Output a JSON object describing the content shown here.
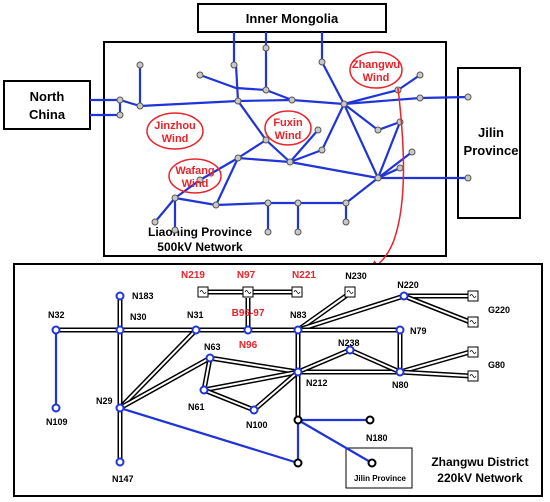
{
  "regions": {
    "inner_mongolia": "Inner Mongolia",
    "north_china_l1": "North",
    "north_china_l2": "China",
    "jilin_l1": "Jilin",
    "jilin_l2": "Province",
    "liaoning_l1": "Liaoning Province",
    "liaoning_l2": "500kV Network",
    "zhangwu_l1": "Zhangwu District",
    "zhangwu_l2": "220kV Network",
    "jilin_small": "Jilin Province"
  },
  "wind_farms": {
    "zhangwu_l1": "Zhangwu",
    "zhangwu_l2": "Wind",
    "jinzhou_l1": "Jinzhou",
    "jinzhou_l2": "Wind",
    "fuxin_l1": "Fuxin",
    "fuxin_l2": "Wind",
    "wafang_l1": "Wafang",
    "wafang_l2": "Wind"
  },
  "nodes": {
    "N219": "N219",
    "N97": "N97",
    "N221": "N221",
    "N230": "N230",
    "N220": "N220",
    "G220": "G220",
    "N183": "N183",
    "N32": "N32",
    "N30": "N30",
    "N31": "N31",
    "B9697": "B96-97",
    "N83": "N83",
    "N79": "N79",
    "N96": "N96",
    "N63": "N63",
    "N238": "N238",
    "G80": "G80",
    "N29": "N29",
    "N212": "N212",
    "N80": "N80",
    "N109": "N109",
    "N61": "N61",
    "N100": "N100",
    "N180": "N180",
    "N147": "N147"
  },
  "colors": {
    "blue": "#2034d8",
    "red": "#e8232a",
    "grey_node": "#c8c8c8"
  }
}
